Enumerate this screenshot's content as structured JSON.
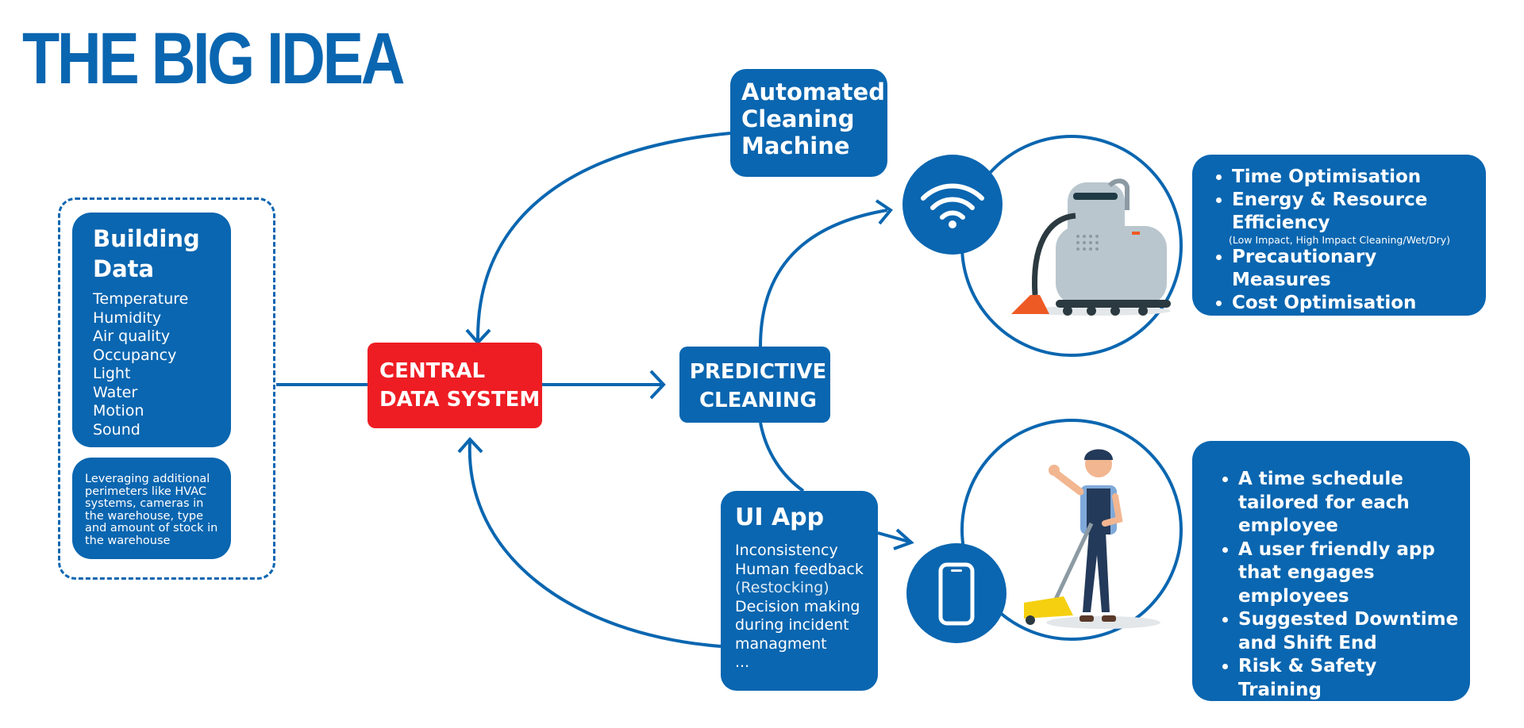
{
  "title": "THE BIG IDEA",
  "building": {
    "heading_line1": "Building",
    "heading_line2": "Data",
    "items": [
      "Temperature",
      "Humidity",
      "Air quality",
      "Occupancy",
      "Light",
      "Water",
      "Motion",
      "Sound"
    ]
  },
  "leverage": {
    "line1": "Leveraging additional",
    "line2": "perimeters like HVAC",
    "line3": "systems, cameras in",
    "line4": "the warehouse, type",
    "line5": "and amount of stock in",
    "line6": "the warehouse"
  },
  "central": {
    "line1": "CENTRAL",
    "line2": "DATA SYSTEM"
  },
  "predictive": {
    "line1": "PREDICTIVE",
    "line2": "CLEANING"
  },
  "automated": {
    "line1": "Automated",
    "line2": "Cleaning",
    "line3": "Machine"
  },
  "ui_app": {
    "heading": "UI App",
    "items": [
      "Inconsistency",
      "Human feedback",
      "(Restocking)",
      "Decision making",
      "during incident",
      "managment",
      "..."
    ]
  },
  "benefits_machine": {
    "items": [
      "Time Optimisation",
      "Energy & Resource Efficiency",
      "Precautionary Measures",
      "Cost Optimisation"
    ],
    "energy_sub": "(Low Impact, High Impact Cleaning/Wet/Dry)"
  },
  "benefits_app": {
    "items": [
      "A time schedule tailored for each employee",
      "A user friendly app that engages employees",
      "Suggested Downtime and Shift End",
      "Risk & Safety Training"
    ]
  },
  "colors": {
    "brand_blue": "#0a66b0",
    "central_red": "#ee1d24"
  },
  "icons": {
    "wifi": "wifi-icon",
    "phone": "smartphone-icon",
    "robot": "robot-vacuum-illustration",
    "worker": "cleaning-worker-illustration"
  }
}
